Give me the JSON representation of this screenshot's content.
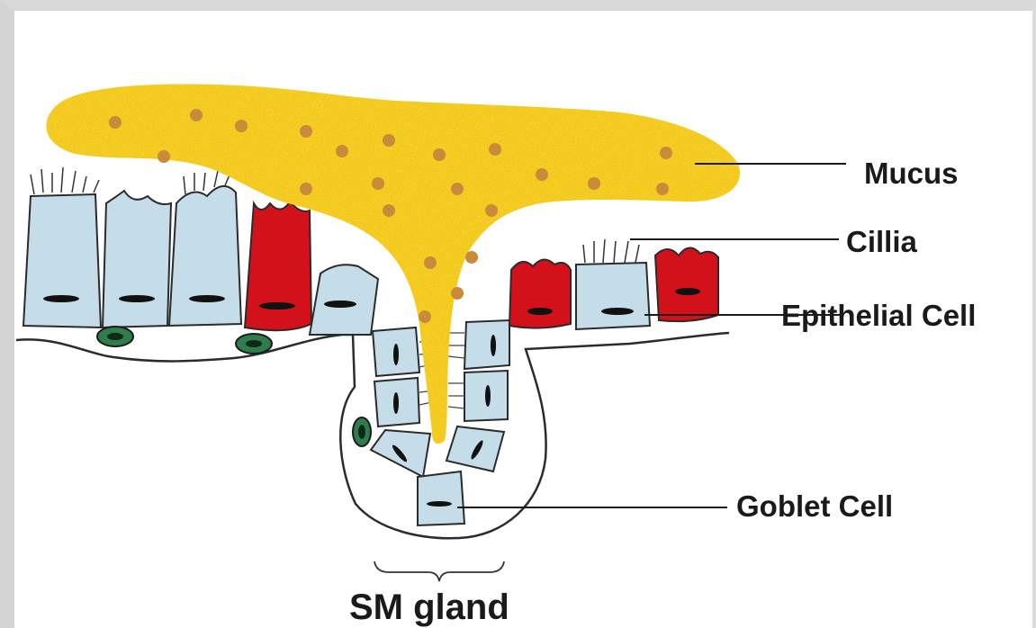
{
  "labels": {
    "mucus": "Mucus",
    "cilia": "Cillia",
    "epithelial": "Epithelial Cell",
    "goblet": "Goblet Cell",
    "gland": "SM gland"
  },
  "colors": {
    "mucus": "#f2c418",
    "mucus_dots": "#c98a3a",
    "epithelial_cell": "#c5dde8",
    "goblet_cell": "#d3111b",
    "nucleus": "#111111",
    "basal_nucleus": "#2e7d4a",
    "outline": "#2b2b2b"
  }
}
